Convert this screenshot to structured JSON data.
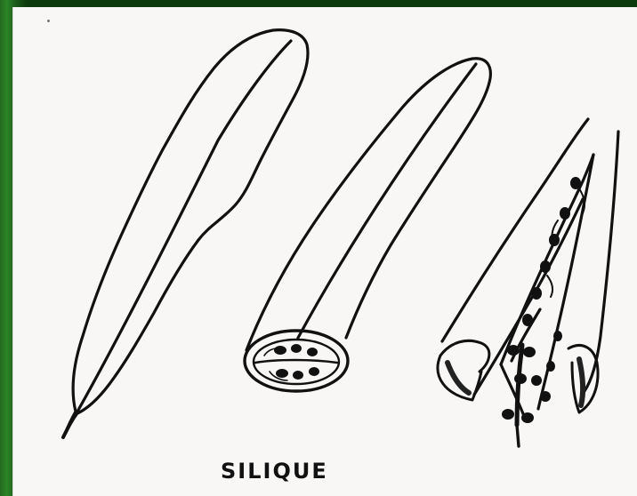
{
  "figure": {
    "caption": "SILIQUE",
    "items": [
      {
        "id": "whole-silique"
      },
      {
        "id": "silique-cross-section"
      },
      {
        "id": "dehiscing-silique"
      }
    ]
  },
  "colors": {
    "background_green": "#1b561a",
    "paper": "#f8f7f6",
    "ink": "#111111"
  }
}
